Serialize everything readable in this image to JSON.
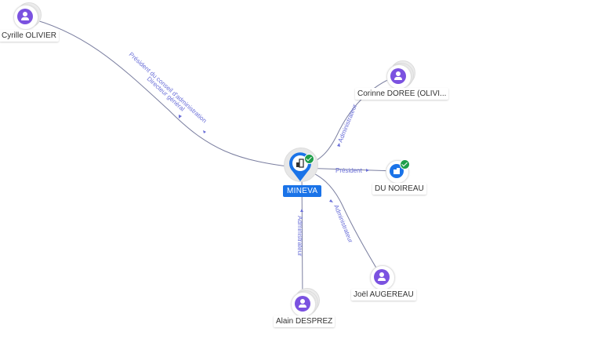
{
  "center": {
    "name": "MINEVA",
    "verified": true,
    "icon": "building-icon"
  },
  "nodes": [
    {
      "id": "cyrille",
      "name": "Cyrille OLIVIER",
      "type": "person",
      "icon": "person-icon"
    },
    {
      "id": "corinne",
      "name": "Corinne DOREE (OLIVI...",
      "type": "person",
      "icon": "person-icon"
    },
    {
      "id": "dunoireau",
      "name": "DU NOIREAU",
      "type": "company",
      "verified": true,
      "icon": "building-icon"
    },
    {
      "id": "joel",
      "name": "Joël AUGEREAU",
      "type": "person",
      "icon": "person-icon"
    },
    {
      "id": "alain",
      "name": "Alain DESPREZ",
      "type": "person",
      "icon": "person-icon"
    }
  ],
  "edges": [
    {
      "from": "cyrille",
      "to": "center",
      "labels": [
        "Président du conseil d'administration",
        "Directeur général"
      ]
    },
    {
      "from": "corinne",
      "to": "center",
      "labels": [
        "Administrateur"
      ]
    },
    {
      "from": "center",
      "to": "dunoireau",
      "labels": [
        "Président"
      ]
    },
    {
      "from": "joel",
      "to": "center",
      "labels": [
        "Administrateur"
      ]
    },
    {
      "from": "alain",
      "to": "center",
      "labels": [
        "Administrateur"
      ]
    }
  ],
  "colors": {
    "accent": "#1a73e8",
    "person": "#7b52e0",
    "verified": "#1e9e4a",
    "edge_label": "#6a6fd8"
  }
}
